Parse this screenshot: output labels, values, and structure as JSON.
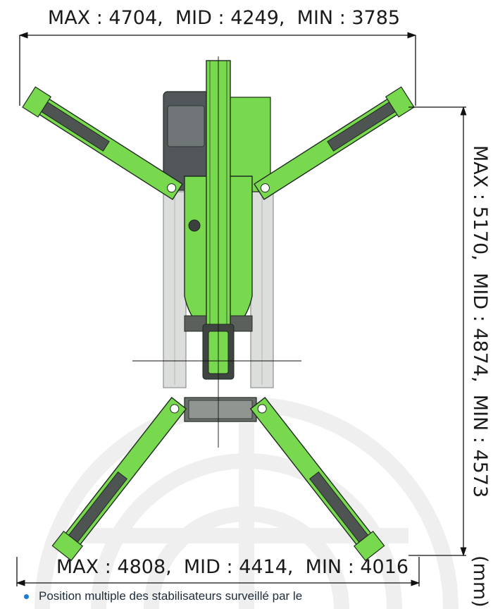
{
  "dimensions": {
    "top": "MAX : 4704,  MID : 4249,  MIN : 3785",
    "bottom": "MAX : 4808,  MID : 4414,  MIN : 4016",
    "right": "MAX : 5170,  MID : 4874,  MIN : 4573",
    "unit": "(mm)"
  },
  "note": "Position multiple des stabilisateurs surveillé par le",
  "colors": {
    "machine_green": "#78d84e",
    "outline": "#1f2a1f",
    "steel_dark": "#4e5451",
    "track_gray": "#d9dbd9",
    "watermark": "#f0f0f0",
    "bullet": "#1f7bd0"
  }
}
